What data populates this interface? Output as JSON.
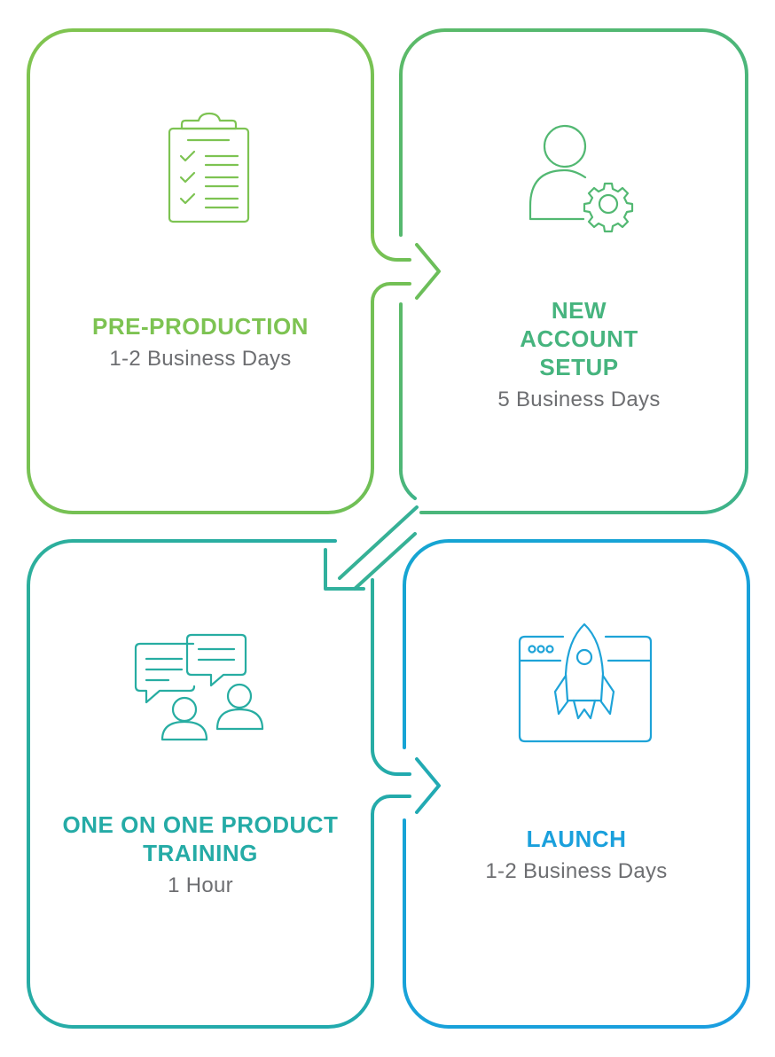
{
  "colors": {
    "green": "#7dc352",
    "green_teal": "#46b47e",
    "teal": "#25aba6",
    "blue": "#1aa0dc",
    "gray_text": "#6d6e71"
  },
  "steps": [
    {
      "title": "PRE-PRODUCTION",
      "duration": "1-2 Business Days",
      "icon": "clipboard-checklist-icon"
    },
    {
      "title": "NEW ACCOUNT SETUP",
      "duration": "5 Business Days",
      "icon": "user-settings-icon"
    },
    {
      "title": "ONE ON ONE PRODUCT TRAINING",
      "duration": "1 Hour",
      "icon": "chat-people-icon"
    },
    {
      "title": "LAUNCH",
      "duration": "1-2 Business Days",
      "icon": "rocket-browser-icon"
    }
  ]
}
